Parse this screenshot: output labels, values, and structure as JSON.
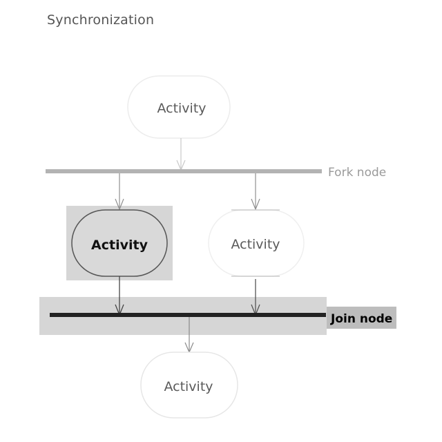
{
  "title": "Synchronization",
  "nodes": {
    "top_activity": "Activity",
    "left_activity": "Activity",
    "right_activity": "Activity",
    "bottom_activity": "Activity"
  },
  "bars": {
    "fork_label": "Fork node",
    "join_label": "Join node"
  },
  "colors": {
    "fork_bar": "#b3b3b3",
    "join_bar": "#222222",
    "highlight": "#d6d6d6",
    "faint_stroke": "#e2e2e2",
    "arrow": "#9a9a9a"
  }
}
